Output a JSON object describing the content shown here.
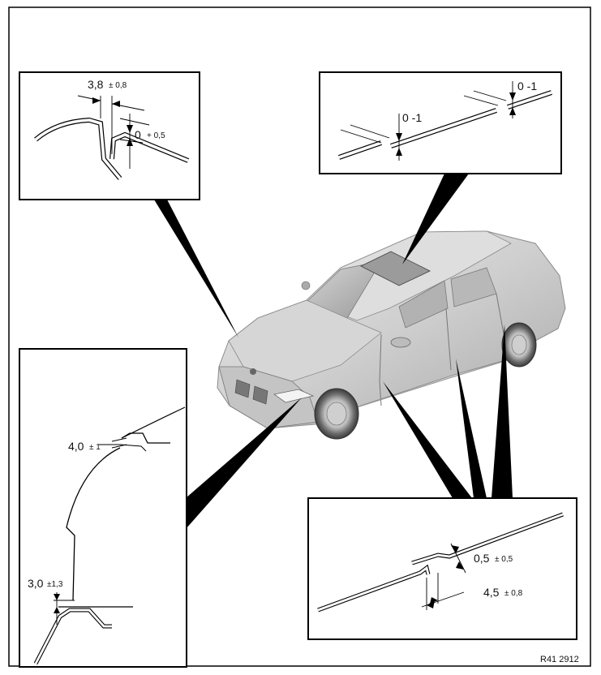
{
  "figure_id": "R41 2912",
  "insets": {
    "top_left": {
      "main": "3,8",
      "tol": "± 0,8",
      "second_main": "0",
      "second_tol": "+ 0,5"
    },
    "top_right": {
      "left_label": "0 -1",
      "right_label": "0 -1"
    },
    "left": {
      "upper_main": "4,0",
      "upper_tol": "± 1",
      "lower_main": "3,0",
      "lower_tol": "±1,3"
    },
    "bottom_right": {
      "upper_main": "0,5",
      "upper_tol": "± 0,5",
      "lower_main": "4,5",
      "lower_tol": "± 0,8"
    }
  }
}
